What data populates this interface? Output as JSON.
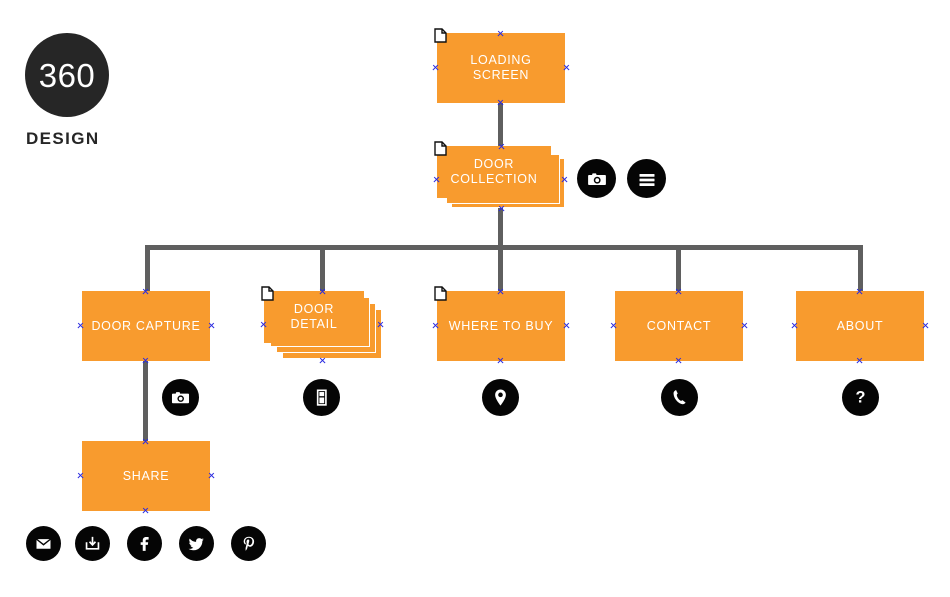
{
  "brand": {
    "mark_text": "360",
    "word_text": "DESIGN",
    "circle_color": "#262626",
    "word_color": "#262626"
  },
  "theme": {
    "node_fill": "#F89B2E",
    "node_label_color": "#FFFFFF",
    "connector_color": "#5F5F5F",
    "anchor_color": "#2A2AE0",
    "icon_bg": "#050505",
    "icon_fg": "#FFFFFF",
    "page_background": "#FFFFFF"
  },
  "diagram": {
    "type": "sitemap",
    "nodes": [
      {
        "id": "loading-screen",
        "label": "LOADING SCREEN",
        "stacked": false,
        "stack_count": 1,
        "has_page_icon": true,
        "level": 0
      },
      {
        "id": "door-collection",
        "label": "DOOR COLLECTION",
        "label_lines": [
          "DOOR",
          "COLLECTION"
        ],
        "stacked": true,
        "stack_count": 3,
        "has_page_icon": true,
        "level": 1
      },
      {
        "id": "door-capture",
        "label": "DOOR CAPTURE",
        "stacked": false,
        "stack_count": 1,
        "has_page_icon": false,
        "level": 2
      },
      {
        "id": "door-detail",
        "label": "DOOR DETAIL",
        "stacked": true,
        "stack_count": 4,
        "has_page_icon": true,
        "level": 2
      },
      {
        "id": "where-to-buy",
        "label": "WHERE TO BUY",
        "stacked": false,
        "stack_count": 1,
        "has_page_icon": true,
        "level": 2
      },
      {
        "id": "contact",
        "label": "CONTACT",
        "stacked": false,
        "stack_count": 1,
        "has_page_icon": false,
        "level": 2
      },
      {
        "id": "about",
        "label": "ABOUT",
        "stacked": false,
        "stack_count": 1,
        "has_page_icon": false,
        "level": 2
      },
      {
        "id": "share",
        "label": "SHARE",
        "stacked": false,
        "stack_count": 1,
        "has_page_icon": false,
        "level": 3
      }
    ],
    "edges": [
      {
        "from": "loading-screen",
        "to": "door-collection"
      },
      {
        "from": "door-collection",
        "to": "door-capture"
      },
      {
        "from": "door-collection",
        "to": "door-detail"
      },
      {
        "from": "door-collection",
        "to": "where-to-buy"
      },
      {
        "from": "door-collection",
        "to": "contact"
      },
      {
        "from": "door-collection",
        "to": "about"
      },
      {
        "from": "door-capture",
        "to": "share"
      }
    ]
  },
  "icons": {
    "door_collection": [
      {
        "id": "camera",
        "name": "camera-icon"
      },
      {
        "id": "menu",
        "name": "hamburger-menu-icon"
      }
    ],
    "door_capture": [
      {
        "id": "camera",
        "name": "camera-icon"
      }
    ],
    "door_detail": [
      {
        "id": "door",
        "name": "door-icon"
      }
    ],
    "where_to_buy": [
      {
        "id": "pin",
        "name": "map-pin-icon"
      }
    ],
    "contact": [
      {
        "id": "phone",
        "name": "phone-icon"
      }
    ],
    "about": [
      {
        "id": "question",
        "name": "question-mark-icon"
      }
    ],
    "share": [
      {
        "id": "email",
        "name": "email-icon"
      },
      {
        "id": "download",
        "name": "download-icon"
      },
      {
        "id": "facebook",
        "name": "facebook-icon"
      },
      {
        "id": "twitter",
        "name": "twitter-icon"
      },
      {
        "id": "pinterest",
        "name": "pinterest-icon"
      }
    ]
  }
}
